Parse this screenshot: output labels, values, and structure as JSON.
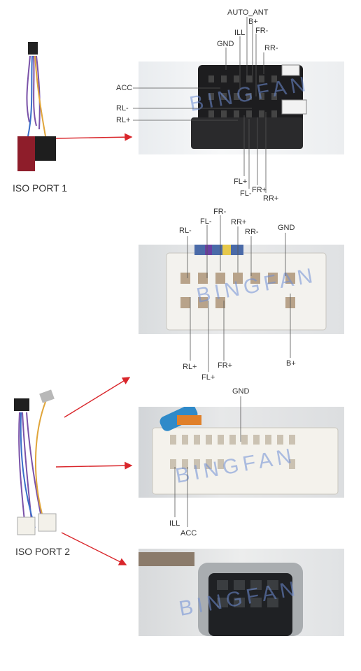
{
  "ports": {
    "port1": "ISO PORT 1",
    "port2": "ISO PORT 2"
  },
  "watermark": "BINGFAN",
  "connector1": {
    "top": [
      "AUTO_ANT",
      "B+",
      "ILL",
      "FR-",
      "GND",
      "RR-"
    ],
    "left": [
      "ACC",
      "RL-",
      "RL+"
    ],
    "bottom": [
      "FL+",
      "FL-",
      "FR+",
      "RR+"
    ]
  },
  "connector2": {
    "top": [
      "FR-",
      "FL-",
      "RR+",
      "RL-",
      "RR-",
      "GND"
    ],
    "bottom": [
      "RL+",
      "FL+",
      "FR+",
      "B+"
    ]
  },
  "connector3": {
    "top": [
      "GND"
    ],
    "bottom": [
      "ILL",
      "ACC"
    ]
  },
  "colors": {
    "arrow": "#d9262b",
    "watermark": "#6f8fd6"
  }
}
